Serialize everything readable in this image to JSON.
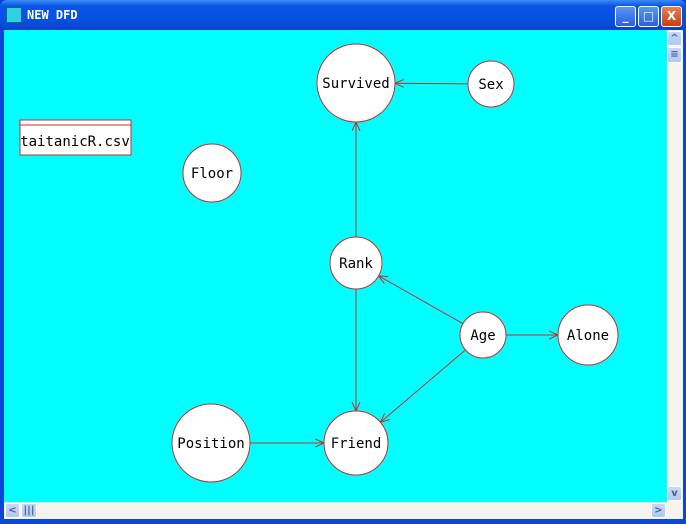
{
  "window": {
    "title": "NEW DFD",
    "minimize": "_",
    "maximize": "□",
    "close": "X"
  },
  "file_node": {
    "label": "taitanicR.csv"
  },
  "nodes": [
    {
      "id": "survived",
      "label": "Survived"
    },
    {
      "id": "sex",
      "label": "Sex"
    },
    {
      "id": "floor",
      "label": "Floor"
    },
    {
      "id": "rank",
      "label": "Rank"
    },
    {
      "id": "age",
      "label": "Age"
    },
    {
      "id": "alone",
      "label": "Alone"
    },
    {
      "id": "position",
      "label": "Position"
    },
    {
      "id": "friend",
      "label": "Friend"
    }
  ],
  "edges": [
    {
      "from": "sex",
      "to": "survived"
    },
    {
      "from": "rank",
      "to": "survived"
    },
    {
      "from": "age",
      "to": "rank"
    },
    {
      "from": "age",
      "to": "alone"
    },
    {
      "from": "age",
      "to": "friend"
    },
    {
      "from": "rank",
      "to": "friend"
    },
    {
      "from": "position",
      "to": "friend"
    }
  ],
  "colors": {
    "canvas": "#00ffff",
    "stroke": "#c03030",
    "node_fill": "#ffffff"
  }
}
